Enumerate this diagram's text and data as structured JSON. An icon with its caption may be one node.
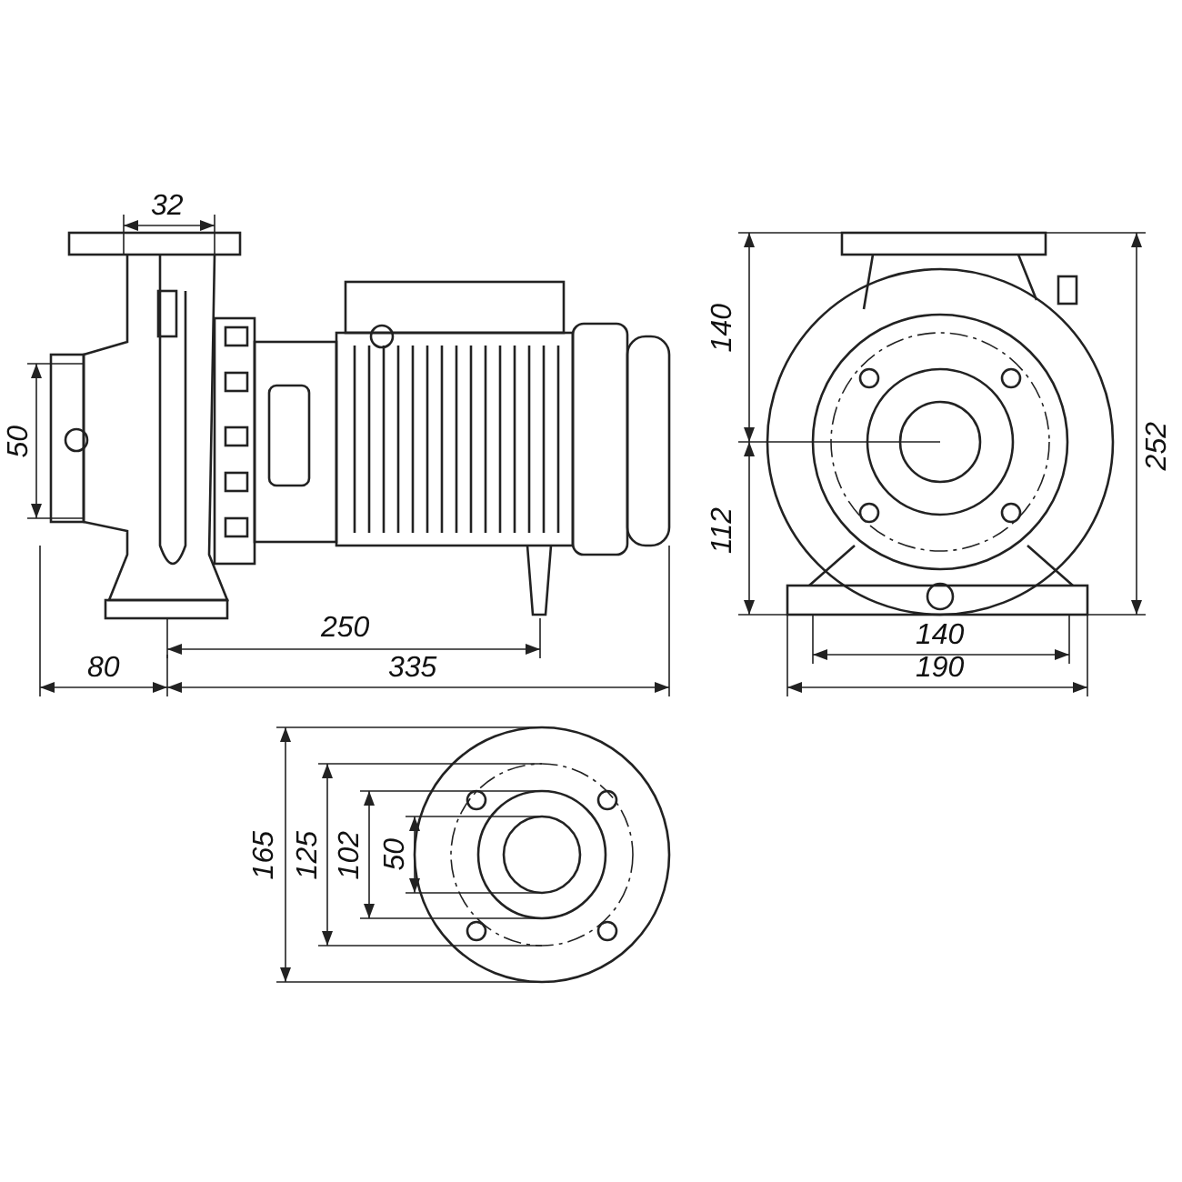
{
  "diagram": {
    "labels": [
      "32",
      "140",
      "252",
      "50",
      "112",
      "250",
      "140",
      "80",
      "335",
      "190",
      "165",
      "125",
      "102",
      "50"
    ]
  }
}
